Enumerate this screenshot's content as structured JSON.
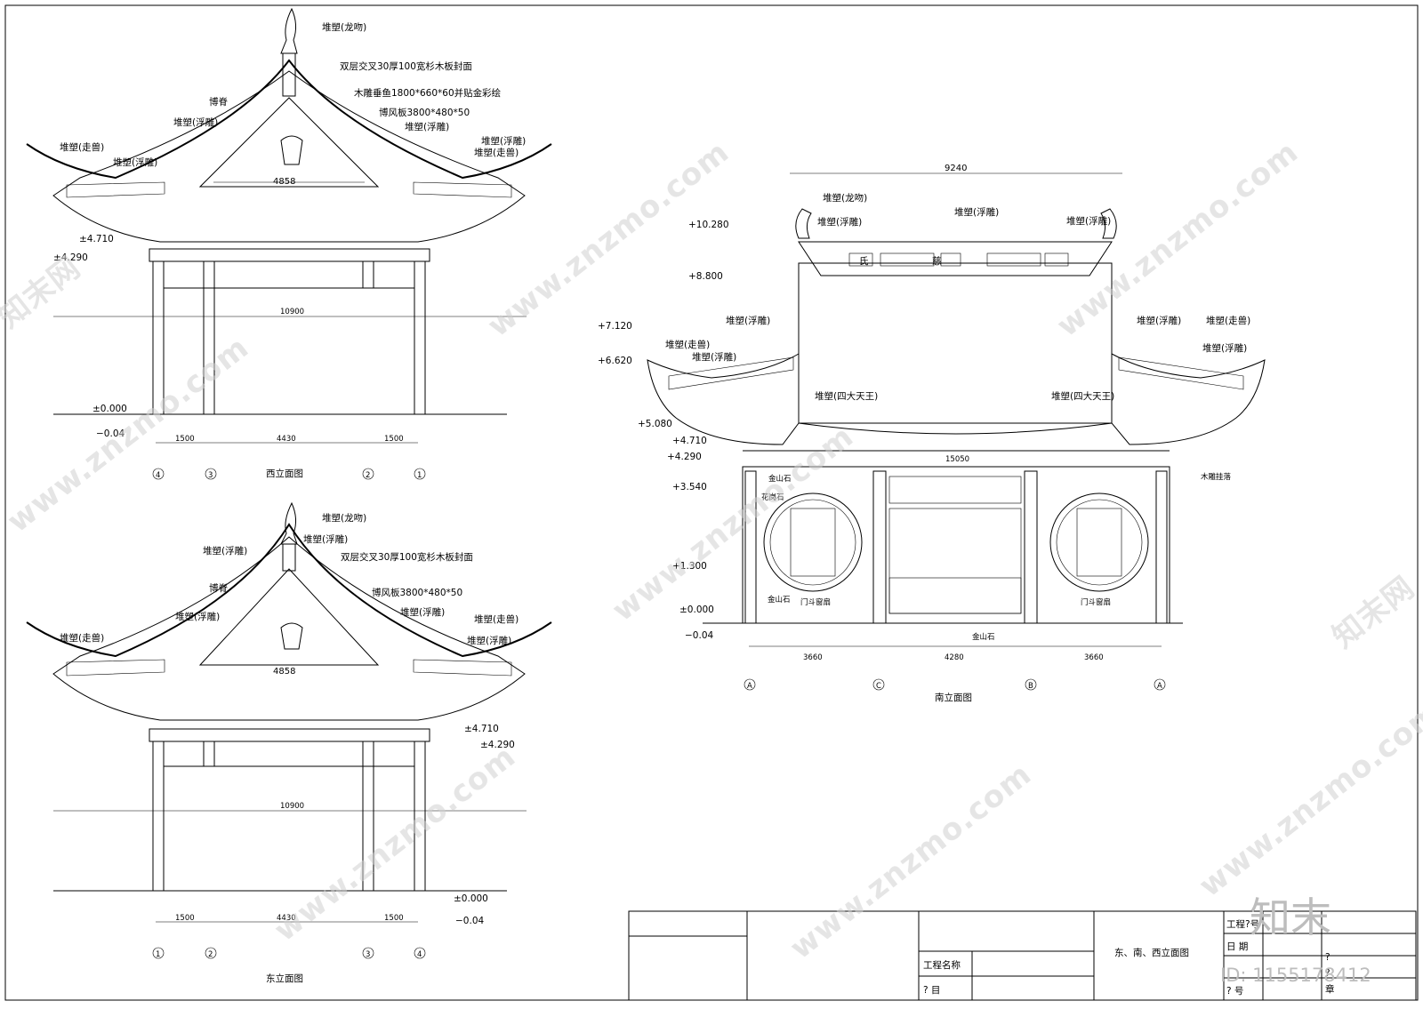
{
  "west": {
    "title": "西立面图",
    "labels": {
      "dragon": "堆塑(龙吻)",
      "boards": "双层交叉30厚100宽杉木板封面",
      "fish": "木雕垂鱼1800*660*60并贴金彩绘",
      "fengban": "博风板3800*480*50",
      "fudiao_r": "堆塑(浮雕)",
      "fudiao_l": "堆塑(浮雕)",
      "boji": "博脊",
      "zoushou_l": "堆塑(走兽)",
      "fudiao_ll": "堆塑(浮雕)",
      "fudiao_rr": "堆塑(浮雕)",
      "zoushou_r": "堆塑(走兽)",
      "gable_width": "4858"
    },
    "levels": {
      "l1": "±4.710",
      "l2": "±4.290",
      "l0": "±0.000",
      "lm": "−0.04"
    },
    "overall": "10900",
    "dims": [
      "1500",
      "4430",
      "1500"
    ],
    "axes": [
      "4",
      "3",
      "2",
      "1"
    ]
  },
  "east": {
    "title": "东立面图",
    "labels": {
      "dragon": "堆塑(龙吻)",
      "fudiao_c": "堆塑(浮雕)",
      "fudiao_l": "堆塑(浮雕)",
      "boji": "博脊",
      "boards": "双层交叉30厚100宽杉木板封面",
      "fengban": "博风板3800*480*50",
      "fudiao_r": "堆塑(浮雕)",
      "fudiao_ll": "堆塑(浮雕)",
      "zoushou_l": "堆塑(走兽)",
      "zoushou_r": "堆塑(走兽)",
      "fudiao_rr": "堆塑(浮雕)",
      "gable_width": "4858"
    },
    "levels": {
      "l1": "±4.710",
      "l2": "±4.290",
      "l0": "±0.000",
      "lm": "−0.04"
    },
    "overall": "10900",
    "dims": [
      "1500",
      "4430",
      "1500"
    ],
    "axes": [
      "1",
      "2",
      "3",
      "4"
    ]
  },
  "south": {
    "title": "南立面图",
    "top_width": "9240",
    "labels": {
      "dragon": "堆塑(龙吻)",
      "fudiao_tl": "堆塑(浮雕)",
      "fudiao_tc": "堆塑(浮雕)",
      "fudiao_tr": "堆塑(浮雕)",
      "fudiao_ml": "堆塑(浮雕)",
      "fudiao_mr": "堆塑(浮雕)",
      "zoushou_l": "堆塑(走兽)",
      "fudiao_l2": "堆塑(浮雕)",
      "tianwang_l": "堆塑(四大天王)",
      "tianwang_r": "堆塑(四大天王)",
      "zoushou_r": "堆塑(走兽)",
      "fudiao_r2": "堆塑(浮雕)",
      "jinshan_1": "金山石",
      "huagang": "花岗石",
      "jinshan_2": "金山石",
      "jinshan_3": "金山石",
      "mendou_l": "门斗窗扇",
      "mendou_r": "门斗窗扇",
      "mudiao": "木雕挂落",
      "plaque_1": "氏",
      "plaque_2": "慈"
    },
    "levels": [
      "+10.280",
      "+8.800",
      "+7.120",
      "+6.620",
      "+5.080",
      "+4.710",
      "+4.290",
      "+3.540",
      "+1.300",
      "±0.000",
      "−0.04"
    ],
    "eave_width": "15050",
    "dims": [
      "3660",
      "4280",
      "3660"
    ],
    "axes": [
      "A",
      "C",
      "B",
      "A"
    ]
  },
  "title_block": {
    "project_name_label": "工程名称",
    "item_label": "?  目",
    "drawing_title": "东、南、西立面图",
    "project_no": "工程?号",
    "date": "日  期",
    "no": "?  号",
    "side_1": "?",
    "side_2": "?",
    "side_3": "章"
  },
  "watermark": {
    "site": "www.znzmo.com",
    "brand": "知末网",
    "logo": "知末",
    "id": "ID: 1155178412"
  }
}
